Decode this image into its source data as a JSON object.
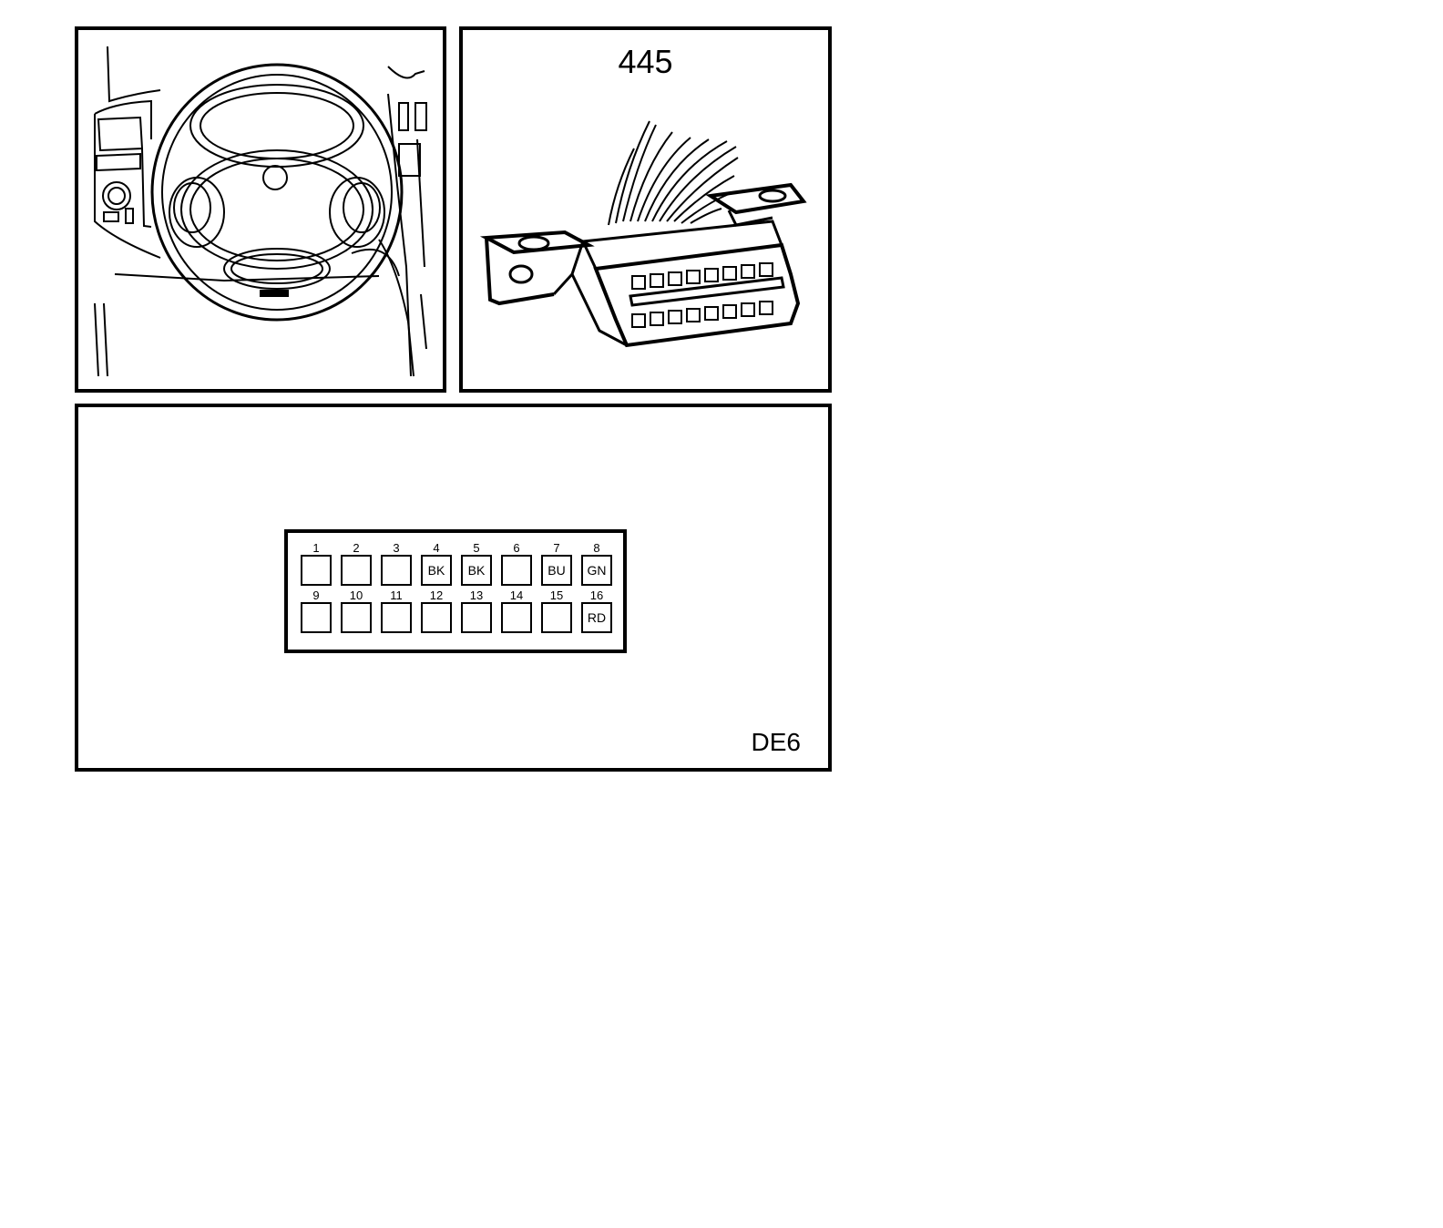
{
  "connector": {
    "number": "445"
  },
  "diagram": {
    "code": "DE6"
  },
  "pins": {
    "top": [
      {
        "num": "1",
        "color": ""
      },
      {
        "num": "2",
        "color": ""
      },
      {
        "num": "3",
        "color": ""
      },
      {
        "num": "4",
        "color": "BK"
      },
      {
        "num": "5",
        "color": "BK"
      },
      {
        "num": "6",
        "color": ""
      },
      {
        "num": "7",
        "color": "BU"
      },
      {
        "num": "8",
        "color": "GN"
      }
    ],
    "bottom": [
      {
        "num": "9",
        "color": ""
      },
      {
        "num": "10",
        "color": ""
      },
      {
        "num": "11",
        "color": ""
      },
      {
        "num": "12",
        "color": ""
      },
      {
        "num": "13",
        "color": ""
      },
      {
        "num": "14",
        "color": ""
      },
      {
        "num": "15",
        "color": ""
      },
      {
        "num": "16",
        "color": "RD"
      }
    ]
  }
}
